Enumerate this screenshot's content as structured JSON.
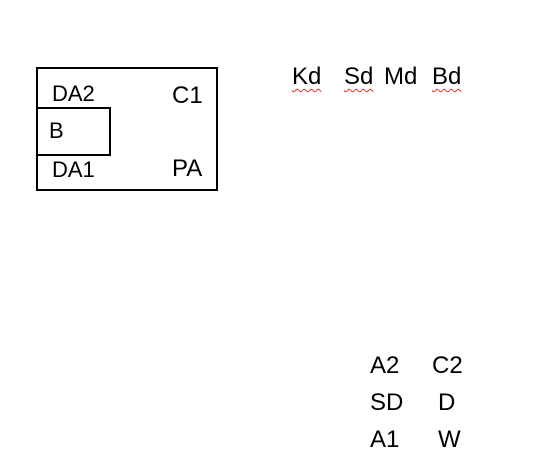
{
  "diagram": {
    "box": {
      "top_left": "DA2",
      "top_right": "C1",
      "inner": "B",
      "bottom_left": "DA1",
      "bottom_right": "PA"
    },
    "legend": [
      {
        "text": "Kd",
        "spellcheck_flag": true
      },
      {
        "text": "Sd",
        "spellcheck_flag": true
      },
      {
        "text": "Md",
        "spellcheck_flag": false
      },
      {
        "text": "Bd",
        "spellcheck_flag": true
      }
    ],
    "grid": {
      "rows": [
        [
          "A2",
          "C2"
        ],
        [
          "SD",
          "D"
        ],
        [
          "A1",
          "W"
        ]
      ]
    },
    "colors": {
      "stroke": "#000000",
      "text": "#000000",
      "spellcheck_underline": "#d93025",
      "background": "#ffffff"
    }
  }
}
